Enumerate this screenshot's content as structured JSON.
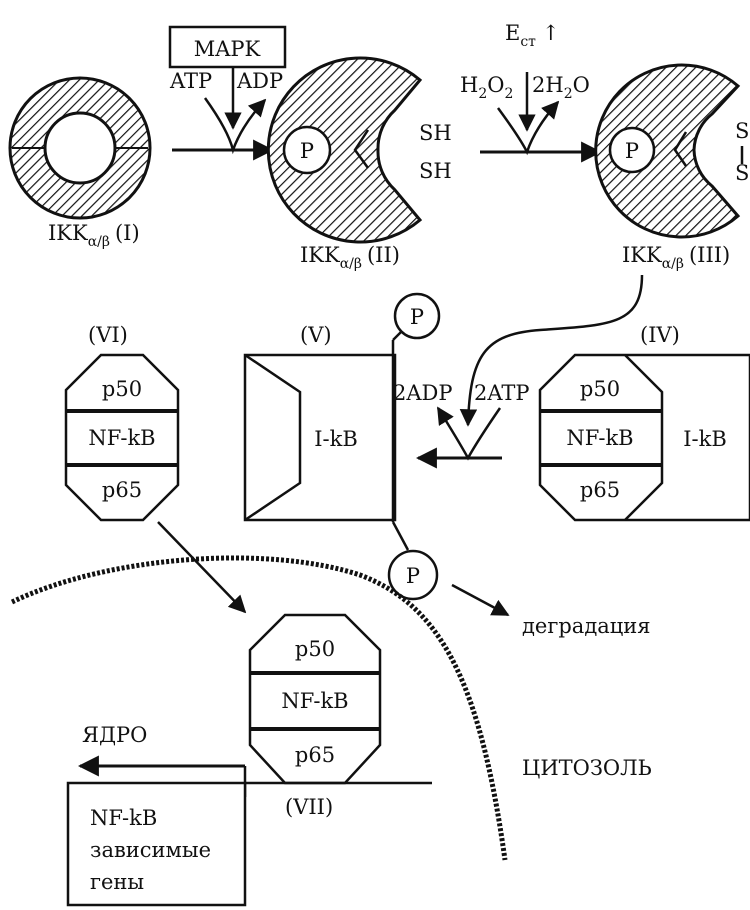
{
  "colors": {
    "ink": "#111111",
    "background": "#ffffff"
  },
  "labels": {
    "mapk": "MAPK",
    "atp": "ATP",
    "adp": "ADP",
    "h2o2_h": "H",
    "h2o2_sub1": "2",
    "h2o2_o": "O",
    "h2o2_sub2": "2",
    "h2o_coef": "2H",
    "h2o_sub": "2",
    "h2o_o": "O",
    "e_main": "E",
    "e_sub": "ст",
    "e_arrow": "↑",
    "sh1": "SH",
    "sh2": "SH",
    "s1": "S",
    "s2": "S",
    "p": "P",
    "ikk_base": "IKK",
    "ikk_sub": "α/β",
    "ikk_i": "(I)",
    "ikk_ii": "(II)",
    "ikk_iii": "(III)",
    "stage_iv": "(IV)",
    "stage_v": "(V)",
    "stage_vi": "(VI)",
    "stage_vii": "(VII)",
    "p50": "p50",
    "nfkb": "NF-kB",
    "p65": "p65",
    "ikb": "I-kB",
    "adp2": "2ADP",
    "atp2": "2ATP",
    "degradation": "деградация",
    "nucleus": "ЯДРО",
    "cytosol": "ЦИТОЗОЛЬ",
    "genes_line1": "NF-kB",
    "genes_line2": "зависимые",
    "genes_line3": "гены"
  }
}
